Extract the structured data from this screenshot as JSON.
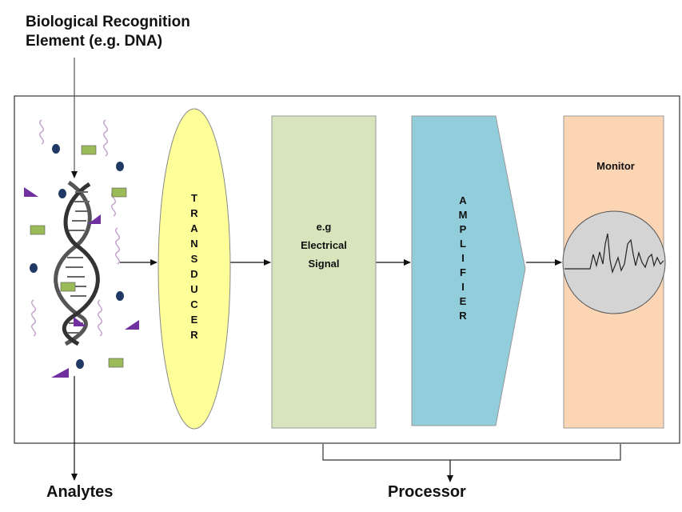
{
  "labels": {
    "recognition_line1": "Biological Recognition",
    "recognition_line2": "Element (e.g. DNA)",
    "analytes": "Analytes",
    "processor": "Processor"
  },
  "blocks": {
    "transducer": "TRANSDUCER",
    "signal_line1": "e.g",
    "signal_line2": "Electrical",
    "signal_line3": "Signal",
    "amplifier": "AMPLIFIER",
    "monitor": "Monitor"
  },
  "colors": {
    "transducer_fill": "#ffff99",
    "signal_fill": "#d8e4bc",
    "amplifier_fill": "#92cddc",
    "monitor_fill": "#fcd5b4",
    "screen_fill": "#d4d4d4",
    "analyte_circle": "#1f3864",
    "analyte_rect": "#9bbb59",
    "analyte_triangle": "#7030a0",
    "squiggle": "#c0a0c8"
  }
}
